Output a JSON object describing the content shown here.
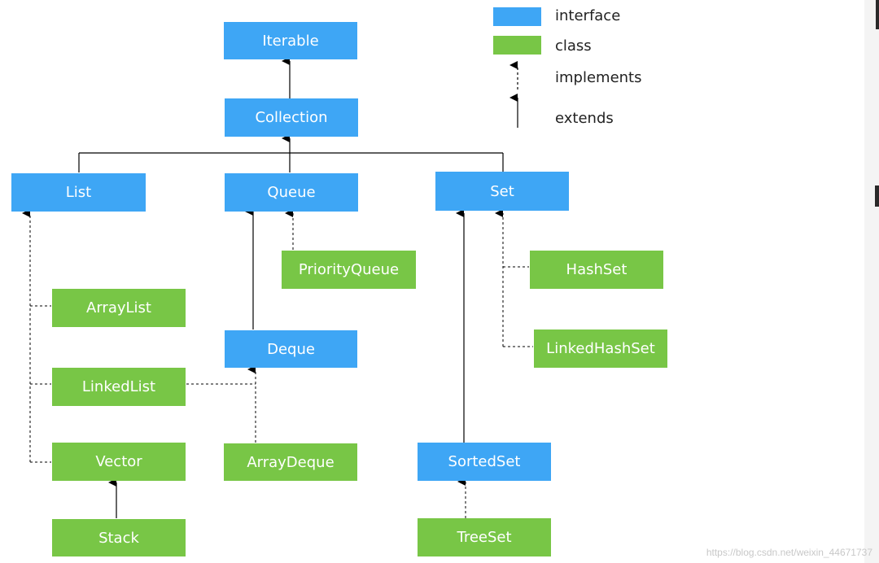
{
  "legend": {
    "interface_label": "interface",
    "class_label": "class",
    "implements_label": "implements",
    "extends_label": "extends"
  },
  "colors": {
    "interface": "#3ea6f5",
    "class": "#78c646"
  },
  "nodes": {
    "iterable": "Iterable",
    "collection": "Collection",
    "list": "List",
    "queue": "Queue",
    "set": "Set",
    "priority_queue": "PriorityQueue",
    "hash_set": "HashSet",
    "array_list": "ArrayList",
    "deque": "Deque",
    "linked_hash_set": "LinkedHashSet",
    "linked_list": "LinkedList",
    "vector": "Vector",
    "array_deque": "ArrayDeque",
    "sorted_set": "SortedSet",
    "stack": "Stack",
    "tree_set": "TreeSet"
  },
  "watermark": "https://blog.csdn.net/weixin_44671737"
}
